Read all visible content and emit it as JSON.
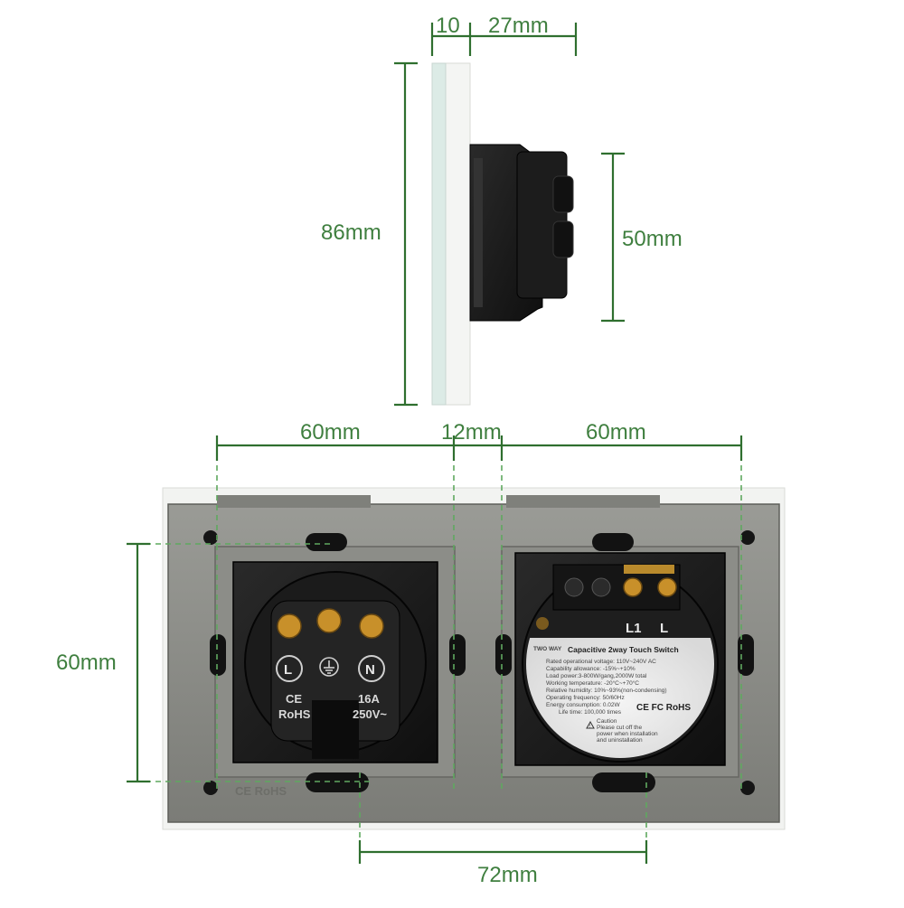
{
  "dimensions": {
    "side_glass": "10",
    "side_depth": "27mm",
    "side_height": "86mm",
    "side_module_height": "50mm",
    "front_left_width": "60mm",
    "front_gap": "12mm",
    "front_right_width": "60mm",
    "front_height": "60mm",
    "front_center_distance": "72mm"
  },
  "socket_module": {
    "terminal_labels": [
      "L",
      "N"
    ],
    "ce_mark": "CE",
    "rohs_mark": "RoHS",
    "rating_line1": "16A",
    "rating_line2": "250V~"
  },
  "plate_mark": "CE RoHS",
  "switch_module": {
    "terminal_labels": [
      "L1",
      "L"
    ],
    "label": {
      "prefix": "TWO WAY",
      "title": "Capacitive 2way Touch Switch",
      "lines": [
        "Rated operational voltage:  110V~240V  AC",
        "Capability allowance:  -15%~+10%",
        "Load power:3-800W/gang,2000W total",
        "Working temperature:  -20°C~+70°C",
        "Relative humidity:  10%~93%(non-condensing)",
        "Operating frequency:  50/60Hz",
        "Energy consumption:  0.02W",
        "Life time:  100,000 times"
      ],
      "marks": "CE FC RoHS",
      "caution_title": "Caution",
      "caution_lines": [
        "Please cut off the",
        "power when installation",
        "and uninstallation"
      ]
    }
  },
  "colors": {
    "dimension_green": "#3f7f3f",
    "plate_gray": "#8a8b86",
    "glass_white": "#f2f3f1",
    "module_black": "#1a1a1a"
  }
}
